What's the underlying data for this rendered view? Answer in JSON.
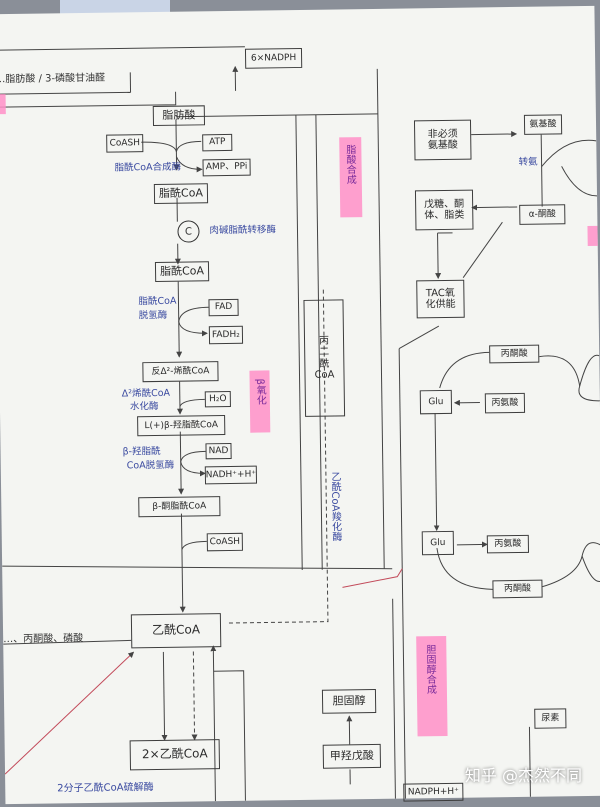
{
  "left": {
    "top_box": "6×NADPH",
    "header_text": "…脂肪酸 / 3-磷酸甘油醛",
    "fatty_acid": "脂肪酸",
    "coash": "CoASH",
    "atp": "ATP",
    "amp_ppi": "AMP、PPi",
    "enzyme_acyl_coa_synthetase": "脂酰CoA合成酶",
    "acyl_coa_1": "脂酰CoA",
    "carnitine_label": "C",
    "carnitine_enzyme": "肉碱脂酰转移酶",
    "acyl_coa_2": "脂酰CoA",
    "enzyme_dehydrogenase": [
      "脂酰CoA",
      "脱氢酶"
    ],
    "fad": "FAD",
    "fadh2": "FADH₂",
    "enoyl_coa": "反Δ²-烯酰CoA",
    "enzyme_hydratase": [
      "Δ²烯酰CoA",
      "水化酶"
    ],
    "h2o": "H₂O",
    "hydroxyacyl_coa": "L(+)β-羟脂酰CoA",
    "enzyme_hydroxy_dehydrogenase": [
      "β-羟脂酰",
      "CoA脱氢酶"
    ],
    "nad": "NAD",
    "nadh": "NADH⁺+H⁺",
    "ketoacyl_coa": "β-酮脂酰CoA",
    "coash_2": "CoASH",
    "acetyl_coa": "乙酰CoA",
    "left_edge_text": "…、丙酮酸、磷酸",
    "double_acetyl_coa": "2×乙酰CoA",
    "thiolase": "2分子乙酰CoA硫解酶",
    "malonyl_coa": [
      "丙",
      "二",
      "酰",
      "CoA"
    ],
    "malonyl_route": "乙酰CoA羧化酶",
    "highlight_fa_synthesis": "脂酸合成",
    "highlight_beta_ox": "β氧化",
    "highlight_cholesterol": "胆固醇合成",
    "cholesterol": "胆固醇",
    "mevalonate": "甲羟戊酸",
    "nadph_bottom": "NADPH+H⁺"
  },
  "right": {
    "nonessential_aa": [
      "非必须",
      "氨基酸"
    ],
    "amino_acid": "氨基酸",
    "transamination": "转氨",
    "sugar_fat": [
      "戊糖、酮",
      "体、脂类"
    ],
    "keto_acid": "α-酮酸",
    "tac": [
      "TAC氧",
      "化供能"
    ],
    "pyruvate_top": "丙酮酸",
    "glu_top": "Glu",
    "alanine": "丙氨酸",
    "glu_bottom": "Glu",
    "alanine_2": "丙氨酸",
    "pyruvate_bottom": "丙酮酸",
    "urea": "尿素"
  },
  "watermark": "知乎 @杰然不同"
}
